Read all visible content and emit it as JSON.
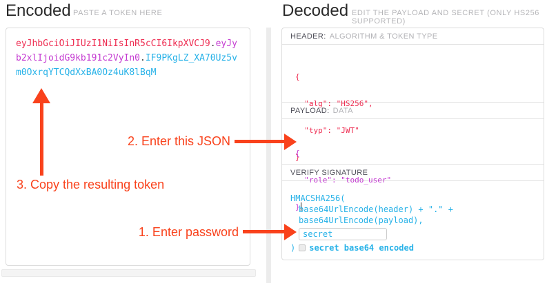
{
  "encoded": {
    "title": "Encoded",
    "subtitle": "PASTE A TOKEN HERE",
    "token": {
      "header_segment": "eyJhbGciOiJIUzI1NiIsInR5cCI6IkpXVCJ9",
      "separator": ".",
      "payload_segment": "eyJyb2xlIjoidG9kb191c2VyIn0",
      "signature_segment": "IF9PKgLZ_XA70Uz5vm0OxrqYTCQdXxBA0Oz4uK8lBqM"
    }
  },
  "decoded": {
    "title": "Decoded",
    "subtitle": "EDIT THE PAYLOAD AND SECRET (ONLY HS256 SUPPORTED)",
    "header_section": {
      "label": "HEADER:",
      "sublabel": "ALGORITHM & TOKEN TYPE",
      "lines": [
        "{",
        "  \"alg\": \"HS256\",",
        "  \"typ\": \"JWT\"",
        "}"
      ]
    },
    "payload_section": {
      "label": "PAYLOAD:",
      "sublabel": "DATA",
      "lines": [
        "{",
        "  \"role\": \"todo_user\"",
        "}"
      ]
    },
    "verify_section": {
      "label": "VERIFY SIGNATURE",
      "function_open": "HMACSHA256(",
      "arg_header": "base64UrlEncode(header) + \".\" +",
      "arg_payload": "base64UrlEncode(payload),",
      "secret_value": "secret",
      "function_close": ")",
      "checkbox_label": "secret base64 encoded"
    }
  },
  "annotations": {
    "step1_label": "1. Enter password",
    "step2_label": "2. Enter this JSON",
    "step3_label": "3. Copy the resulting token"
  },
  "colors": {
    "jwt_header": "#ee2b50",
    "jwt_payload": "#c43ad1",
    "jwt_signature": "#27b2e8",
    "annotation": "#f9421c"
  }
}
